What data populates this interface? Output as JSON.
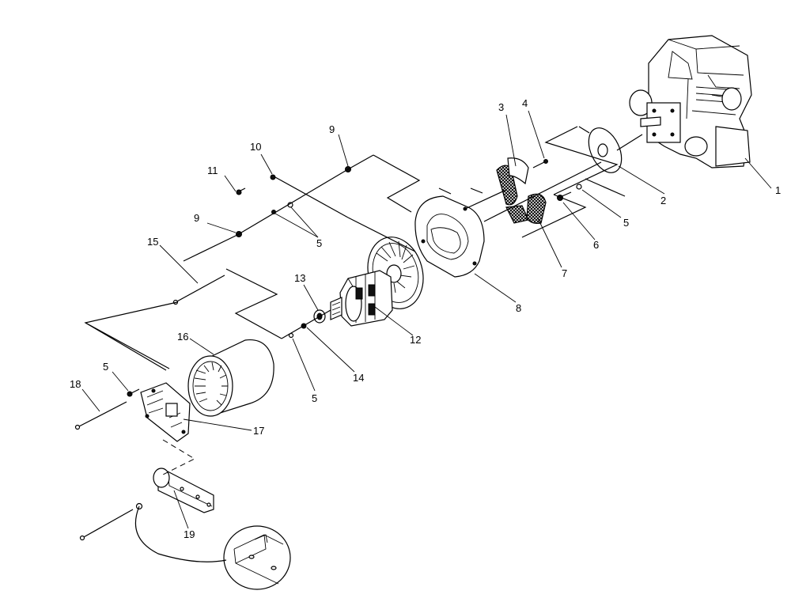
{
  "callouts": [
    {
      "id": "c1",
      "text": "1"
    },
    {
      "id": "c2",
      "text": "2"
    },
    {
      "id": "c3",
      "text": "3"
    },
    {
      "id": "c4",
      "text": "4"
    },
    {
      "id": "c5a",
      "text": "5"
    },
    {
      "id": "c6",
      "text": "6"
    },
    {
      "id": "c7",
      "text": "7"
    },
    {
      "id": "c8",
      "text": "8"
    },
    {
      "id": "c9a",
      "text": "9"
    },
    {
      "id": "c10",
      "text": "10"
    },
    {
      "id": "c11",
      "text": "11"
    },
    {
      "id": "c9b",
      "text": "9"
    },
    {
      "id": "c5b",
      "text": "5"
    },
    {
      "id": "c15",
      "text": "15"
    },
    {
      "id": "c13",
      "text": "13"
    },
    {
      "id": "c12",
      "text": "12"
    },
    {
      "id": "c14",
      "text": "14"
    },
    {
      "id": "c5c",
      "text": "5"
    },
    {
      "id": "c16",
      "text": "16"
    },
    {
      "id": "c5d",
      "text": "5"
    },
    {
      "id": "c18",
      "text": "18"
    },
    {
      "id": "c17",
      "text": "17"
    },
    {
      "id": "c19",
      "text": "19"
    }
  ]
}
